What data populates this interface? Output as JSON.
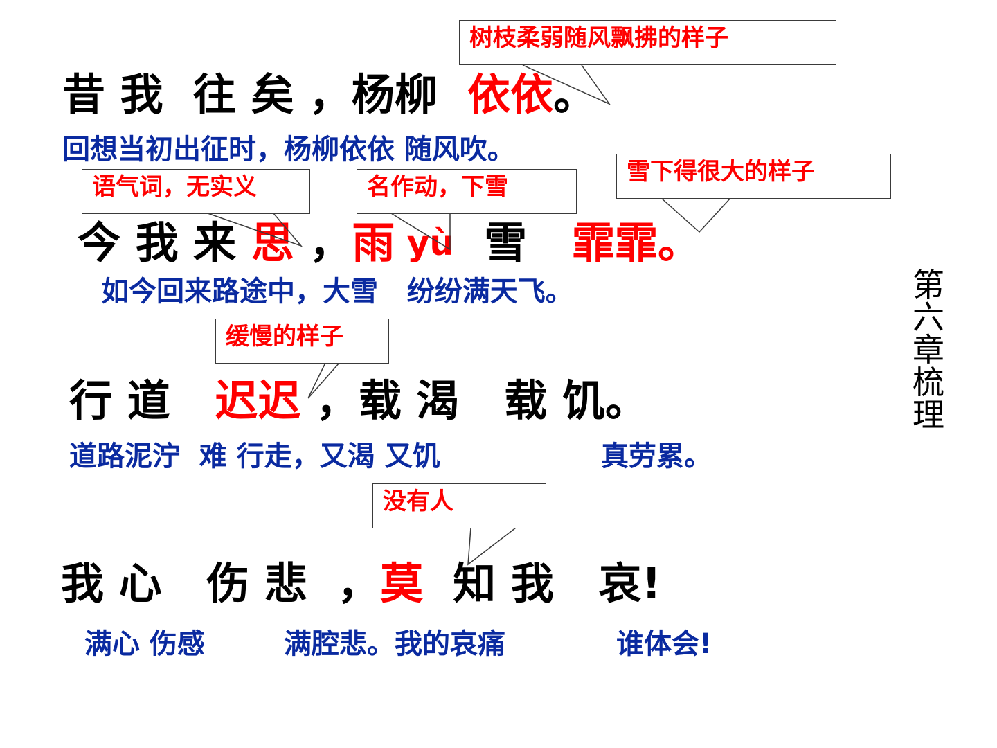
{
  "notes": {
    "yiyi": "树枝柔弱随风飘拂的样子",
    "si": "语气词，无实义",
    "yu": "名作动，下雪",
    "feifei": "雪下得很大的样子",
    "chichi": "缓慢的样子",
    "mo": "没有人"
  },
  "lines": [
    {
      "pre": "昔 我  往 矣 ，杨柳  ",
      "key": "依依",
      "post": "。",
      "translation": "回想当初出征时，杨柳依依 随风吹。"
    },
    {
      "pre": "今 我 来 ",
      "key": "思",
      "mid": " ，",
      "key2": "雨",
      "pinyin": " yù",
      "mid2": "  雪   ",
      "key3": "霏霏。",
      "translation": "如今回来路途中，大雪   纷纷满天飞。"
    },
    {
      "pre": "行 道   ",
      "key": "迟迟",
      "post": " ，载 渴   载 饥。",
      "translation_a": "道路泥泞  难 行走，又渴 又饥",
      "translation_b": "真劳累。"
    },
    {
      "pre": "我 心   伤 悲  ，",
      "key": "莫",
      "post": "  知 我   哀!",
      "translation_a": "满心 伤感",
      "translation_b": "满腔悲。我的哀痛",
      "translation_c": "谁体会!"
    }
  ],
  "side_title": "第六章梳理",
  "colors": {
    "poem": "#000000",
    "highlight": "#ff0000",
    "translation": "#0a2aa0",
    "note_text": "#ff0000"
  }
}
